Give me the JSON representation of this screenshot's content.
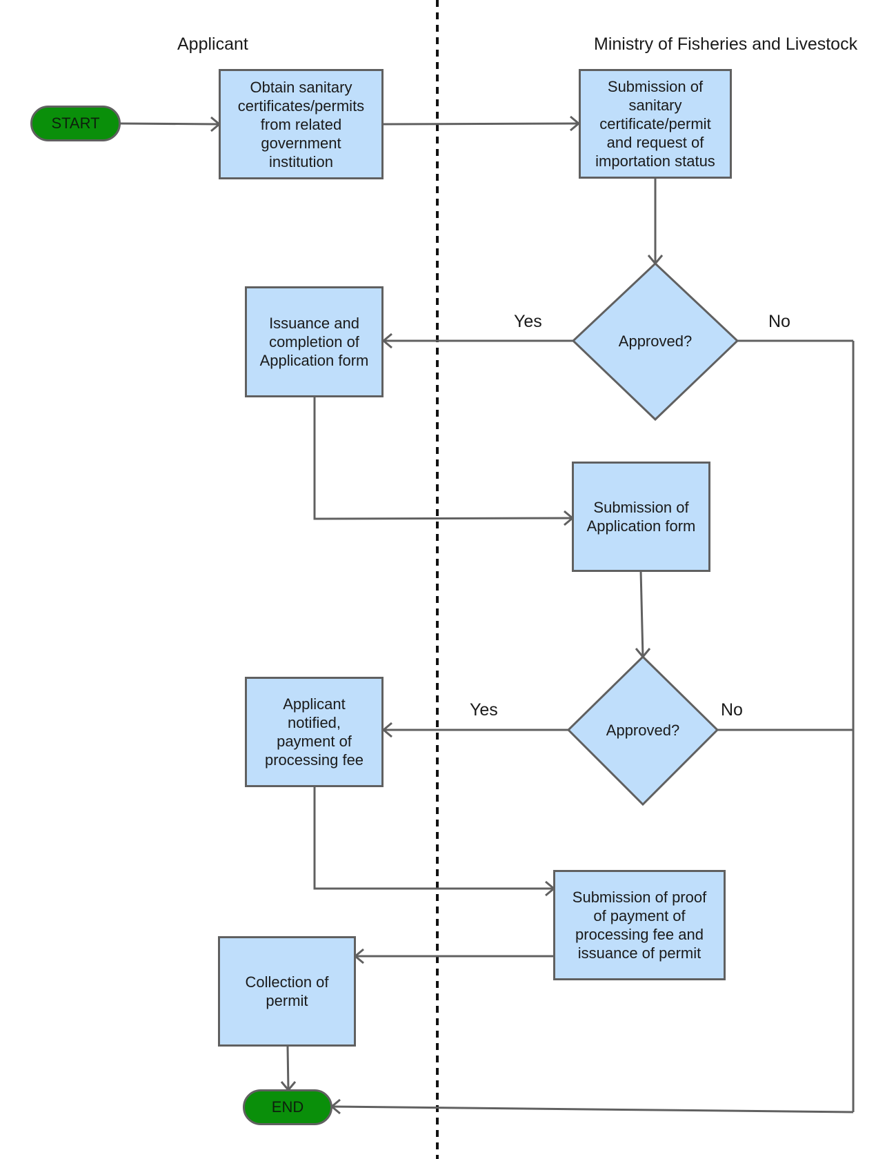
{
  "lanes": {
    "applicant": "Applicant",
    "ministry": "Ministry of Fisheries and Livestock"
  },
  "terminals": {
    "start": "START",
    "end": "END"
  },
  "steps": {
    "obtain_certificates": "Obtain sanitary\ncertificates/permits\nfrom related\ngovernment\ninstitution",
    "submission_certificate": "Submission of\nsanitary\ncertificate/permit\nand request of\nimportation status",
    "issuance_form": "Issuance  and\ncompletion of\nApplication form",
    "submission_form": "Submission of\nApplication form",
    "applicant_notified": "Applicant\nnotified,\npayment of\nprocessing fee",
    "submission_proof": "Submission of proof\nof payment of\nprocessing fee and\nissuance of permit",
    "collection_permit": "Collection of\npermit"
  },
  "decisions": {
    "approved_1": "Approved?",
    "approved_2": "Approved?"
  },
  "edge_labels": {
    "yes_1": "Yes",
    "no_1": "No",
    "yes_2": "Yes",
    "no_2": "No"
  },
  "colors": {
    "process_fill": "#bfdefb",
    "terminal_fill": "#0a8f0a",
    "stroke": "#606060"
  }
}
